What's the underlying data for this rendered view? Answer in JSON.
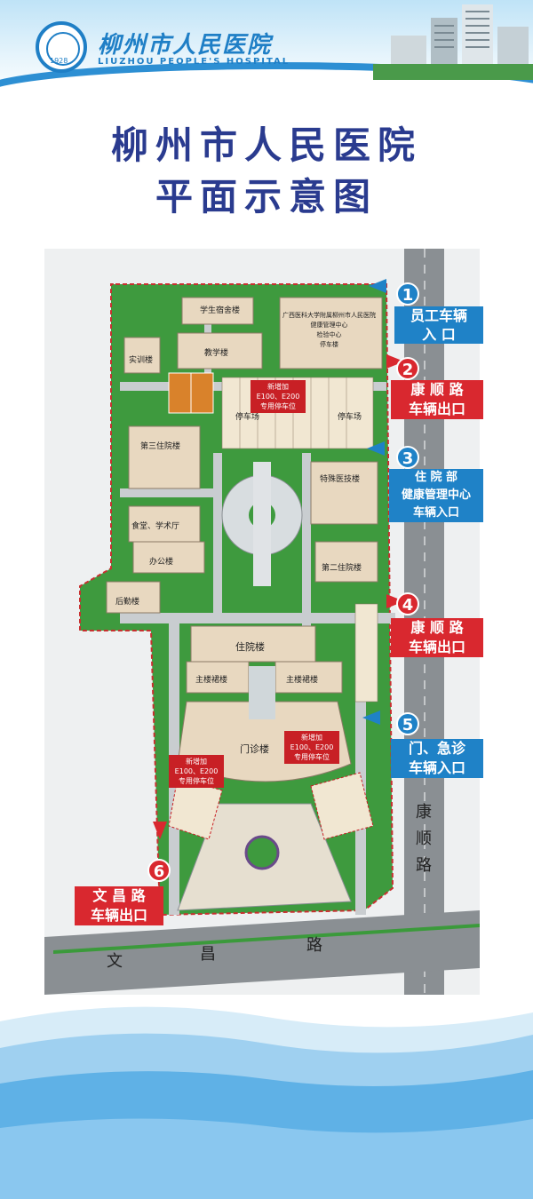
{
  "header": {
    "hospital_name_cn": "柳州市人民医院",
    "hospital_name_en": "LIUZHOU PEOPLE'S HOSPITAL",
    "logo_year": "1928"
  },
  "title": {
    "line1": "柳州市人民医院",
    "line2": "平面示意图"
  },
  "buildings": {
    "dorm": "学生宿舍楼",
    "health_center": [
      "广西医科大学附属柳州市人民医院",
      "健康管理中心",
      "检验中心",
      "停车楼"
    ],
    "training": "实训楼",
    "teaching": "教学楼",
    "parking1": "停车场",
    "parking2": "停车场",
    "third_ward": "第三住院楼",
    "special_med": "特殊医技楼",
    "canteen": "食堂、学术厅",
    "office": "办公楼",
    "second_ward": "第二住院楼",
    "logistics": "后勤楼",
    "inpatient": "住院楼",
    "annex_left": "主楼裙楼",
    "annex_right": "主楼裙楼",
    "outpatient": "门诊楼"
  },
  "ev_tags": [
    {
      "line1": "新增加",
      "line2": "E100、E200",
      "line3": "专用停车位"
    },
    {
      "line1": "新增加",
      "line2": "E100、E200",
      "line3": "专用停车位"
    },
    {
      "line1": "新增加",
      "line2": "E100、E200",
      "line3": "专用停车位"
    }
  ],
  "entrances": [
    {
      "num": "1",
      "lines": [
        "员工车辆",
        "入 口"
      ]
    },
    {
      "num": "2",
      "lines": [
        "康 顺 路",
        "车辆出口"
      ]
    },
    {
      "num": "3",
      "lines": [
        "住 院 部",
        "健康管理中心",
        "车辆入口"
      ]
    },
    {
      "num": "4",
      "lines": [
        "康 顺 路",
        "车辆出口"
      ]
    },
    {
      "num": "5",
      "lines": [
        "门、急诊",
        "车辆入口"
      ]
    },
    {
      "num": "6",
      "lines": [
        "文 昌 路",
        "车辆出口"
      ]
    }
  ],
  "roads": {
    "east": [
      "康",
      "顺",
      "路"
    ],
    "south": [
      "文",
      "昌",
      "路"
    ]
  },
  "colors": {
    "blue": "#1f82c7",
    "red": "#d9282f",
    "title": "#2a3b8f",
    "green": "#2e8b2e",
    "road": "#8a8f93"
  }
}
